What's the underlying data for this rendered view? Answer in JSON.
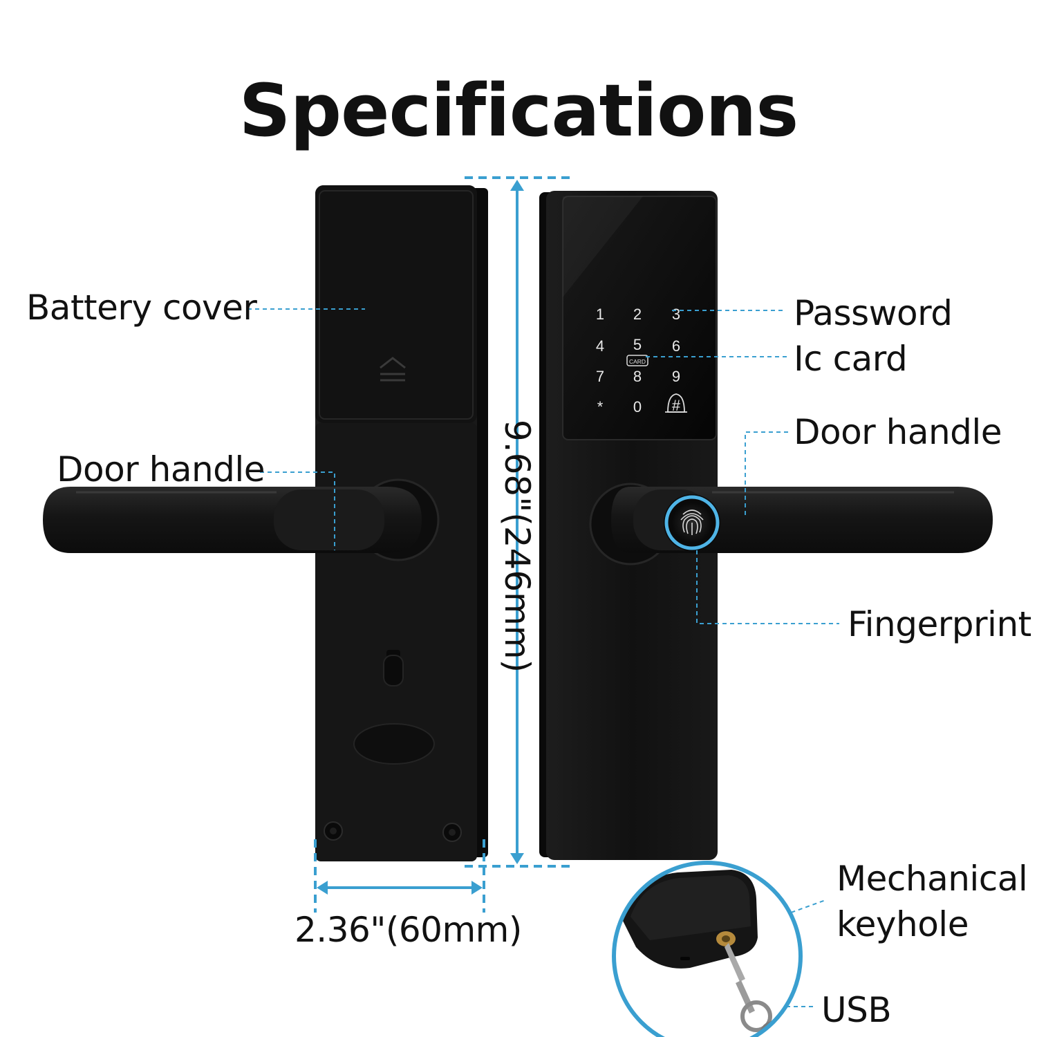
{
  "title": "Specifications",
  "labels": {
    "battery_cover": "Battery cover",
    "door_handle_left": "Door handle",
    "door_handle_right": "Door handle",
    "password": "Password",
    "ic_card": "Ic card",
    "fingerprint": "Fingerprint",
    "mechanical_keyhole_line1": "Mechanical",
    "mechanical_keyhole_line2": "keyhole",
    "usb": "USB"
  },
  "dimensions": {
    "height": "9.68\"(246mm)",
    "width": "2.36\"(60mm)"
  },
  "keypad": {
    "keys": [
      "1",
      "2",
      "3",
      "4",
      "5",
      "6",
      "7",
      "8",
      "9",
      "*",
      "0",
      "#"
    ],
    "card_badge": "CARD"
  },
  "colors": {
    "accent": "#3a9fd0",
    "lock_body": "#141414",
    "text": "#111111",
    "background": "#ffffff"
  }
}
